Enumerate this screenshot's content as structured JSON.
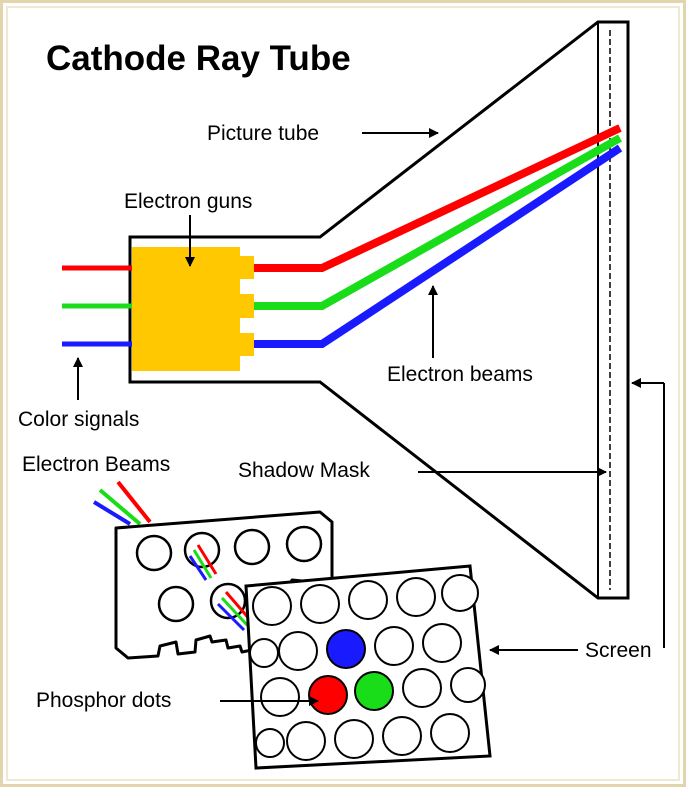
{
  "title": "Cathode Ray Tube",
  "labels": {
    "picture_tube": "Picture tube",
    "electron_guns": "Electron guns",
    "color_signals": "Color signals",
    "electron_beams": "Electron beams",
    "electron_beams_mask": "Electron Beams",
    "shadow_mask": "Shadow Mask",
    "screen": "Screen",
    "phosphor_dots": "Phosphor dots"
  },
  "colors": {
    "red": "#ff0000",
    "green": "#19dd19",
    "blue": "#1a1aff",
    "gun": "#ffc800",
    "frame": "#e2d5ae"
  }
}
